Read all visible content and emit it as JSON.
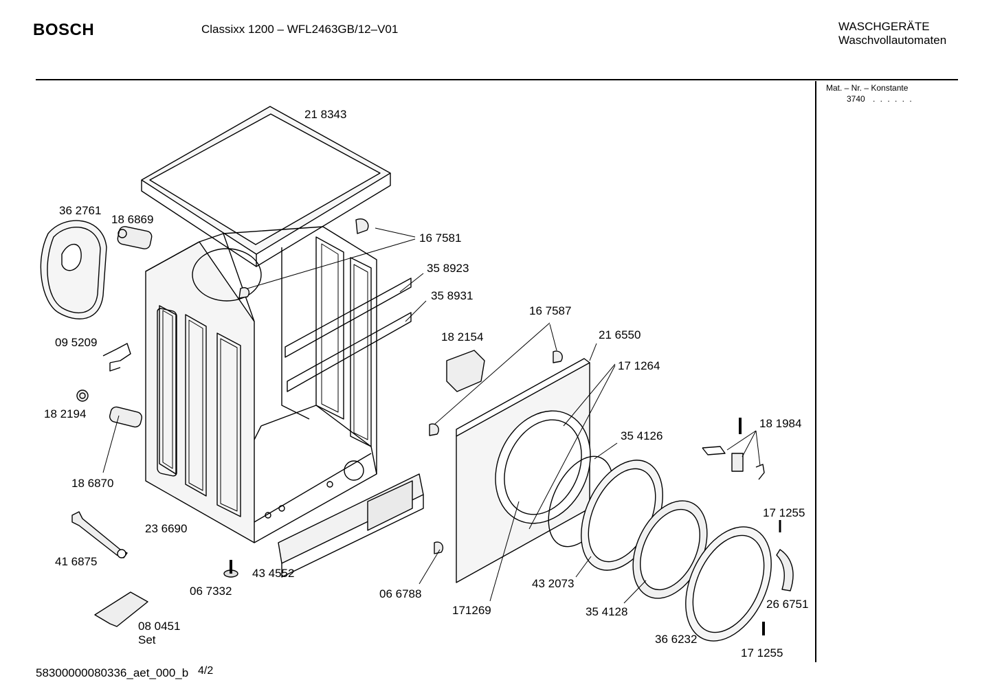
{
  "header": {
    "brand": "BOSCH",
    "model": "Classixx 1200 – WFL2463GB/12–V01",
    "category_line1": "WASCHGERÄTE",
    "category_line2": "Waschvollautomaten"
  },
  "side_panel": {
    "label": "Mat. – Nr. – Konstante",
    "value": "3740",
    "dots": ". .   . . . ."
  },
  "parts": [
    {
      "id": "p1",
      "label": "21 8343"
    },
    {
      "id": "p2",
      "label": "36 2761"
    },
    {
      "id": "p3",
      "label": "18 6869"
    },
    {
      "id": "p4",
      "label": "16 7581"
    },
    {
      "id": "p5",
      "label": "35 8923"
    },
    {
      "id": "p6",
      "label": "35 8931"
    },
    {
      "id": "p7",
      "label": "16 7587"
    },
    {
      "id": "p8",
      "label": "18 2154"
    },
    {
      "id": "p9",
      "label": "21 6550"
    },
    {
      "id": "p10",
      "label": "09 5209"
    },
    {
      "id": "p11",
      "label": "17 1264"
    },
    {
      "id": "p12",
      "label": "18 2194"
    },
    {
      "id": "p13",
      "label": "18 1984"
    },
    {
      "id": "p14",
      "label": "35 4126"
    },
    {
      "id": "p15",
      "label": "18 6870"
    },
    {
      "id": "p16",
      "label": "17 1255"
    },
    {
      "id": "p17",
      "label": "23 6690"
    },
    {
      "id": "p18",
      "label": "41 6875"
    },
    {
      "id": "p19",
      "label": "43 4552"
    },
    {
      "id": "p20",
      "label": "43 2073"
    },
    {
      "id": "p21",
      "label": "06 7332"
    },
    {
      "id": "p22",
      "label": "06 6788"
    },
    {
      "id": "p23",
      "label": "26 6751"
    },
    {
      "id": "p24",
      "label": "171269"
    },
    {
      "id": "p25",
      "label": "35 4128"
    },
    {
      "id": "p26",
      "label": "08 0451"
    },
    {
      "id": "p27",
      "label": "Set"
    },
    {
      "id": "p28",
      "label": "36 6232"
    },
    {
      "id": "p29",
      "label": "17 1255"
    }
  ],
  "footer": {
    "code": "58300000080336_aet_000_b",
    "page": "4/2"
  }
}
